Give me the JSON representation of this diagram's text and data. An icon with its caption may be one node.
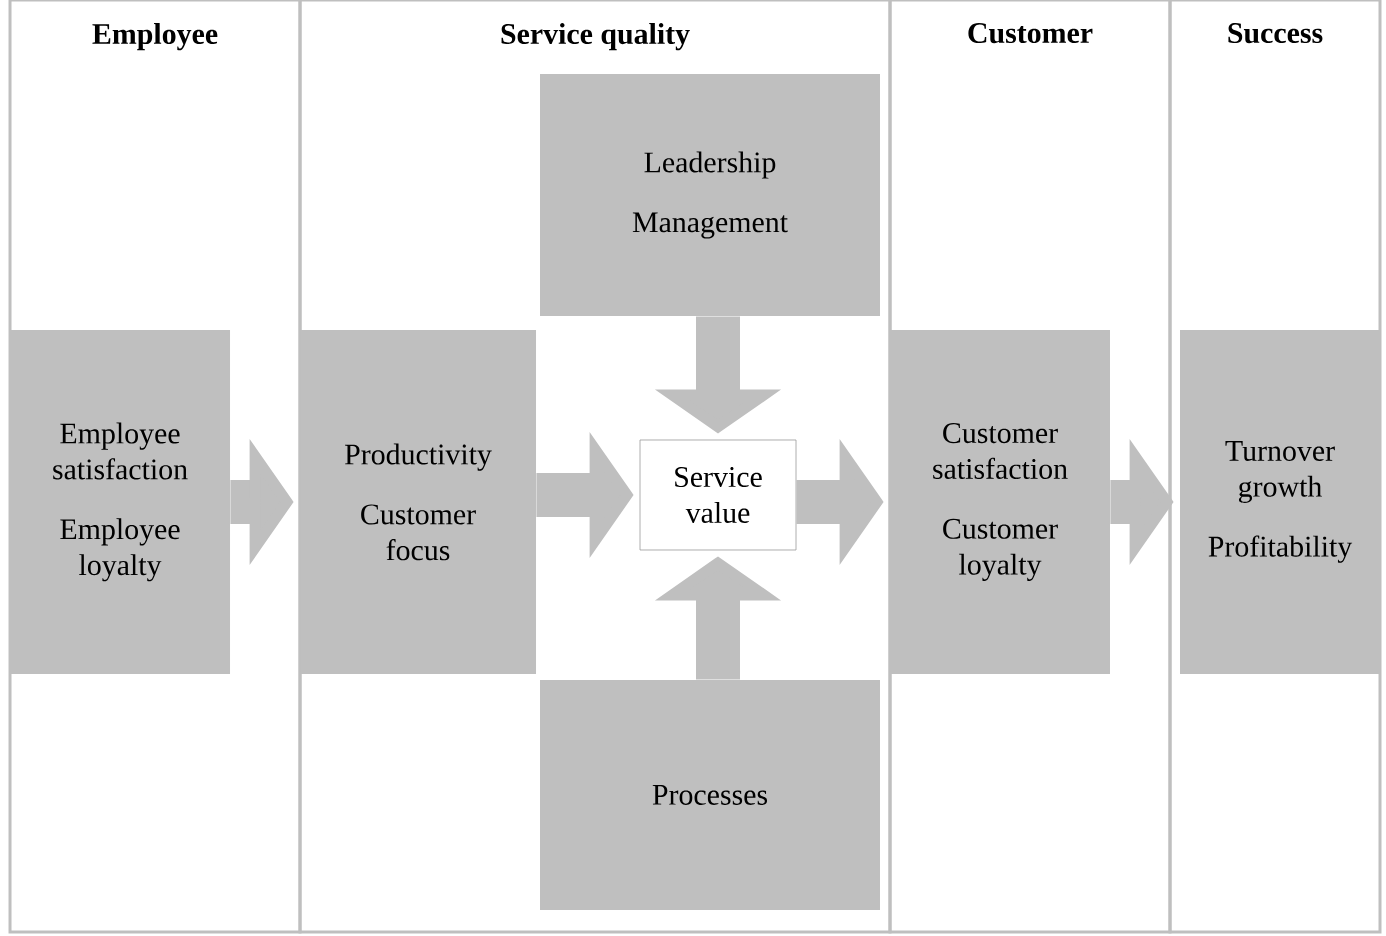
{
  "diagram": {
    "nodes": [
      {
        "text": [
          "Employee"
        ]
      },
      {
        "text": [
          "Service quality"
        ]
      },
      {
        "text": [
          "Customer"
        ]
      },
      {
        "text": [
          "Success"
        ]
      },
      {
        "text": [
          "Employee satisfaction",
          "Employee loyalty"
        ],
        "in": 0
      },
      {
        "text": [
          "Leadership",
          "Management"
        ],
        "in": 1
      },
      {
        "text": [
          "Productivity",
          "Customer focus"
        ],
        "in": 1
      },
      {
        "text": [
          "Service value"
        ],
        "in": 1
      },
      {
        "text": [
          "Processes"
        ],
        "in": 1
      },
      {
        "text": [
          "Customer satisfaction",
          "Customer loyalty"
        ],
        "in": 2
      },
      {
        "text": [
          "Turnover growth",
          "Profitability"
        ],
        "in": 3
      }
    ],
    "edges": [
      {
        "from": 4,
        "to": 6,
        "arrow": "to"
      },
      {
        "from": 6,
        "to": 7,
        "arrow": "to"
      },
      {
        "from": 5,
        "to": 7,
        "arrow": "to"
      },
      {
        "from": 8,
        "to": 7,
        "arrow": "to"
      },
      {
        "from": 7,
        "to": 9,
        "arrow": "to"
      },
      {
        "from": 9,
        "to": 10,
        "arrow": "to"
      }
    ]
  }
}
